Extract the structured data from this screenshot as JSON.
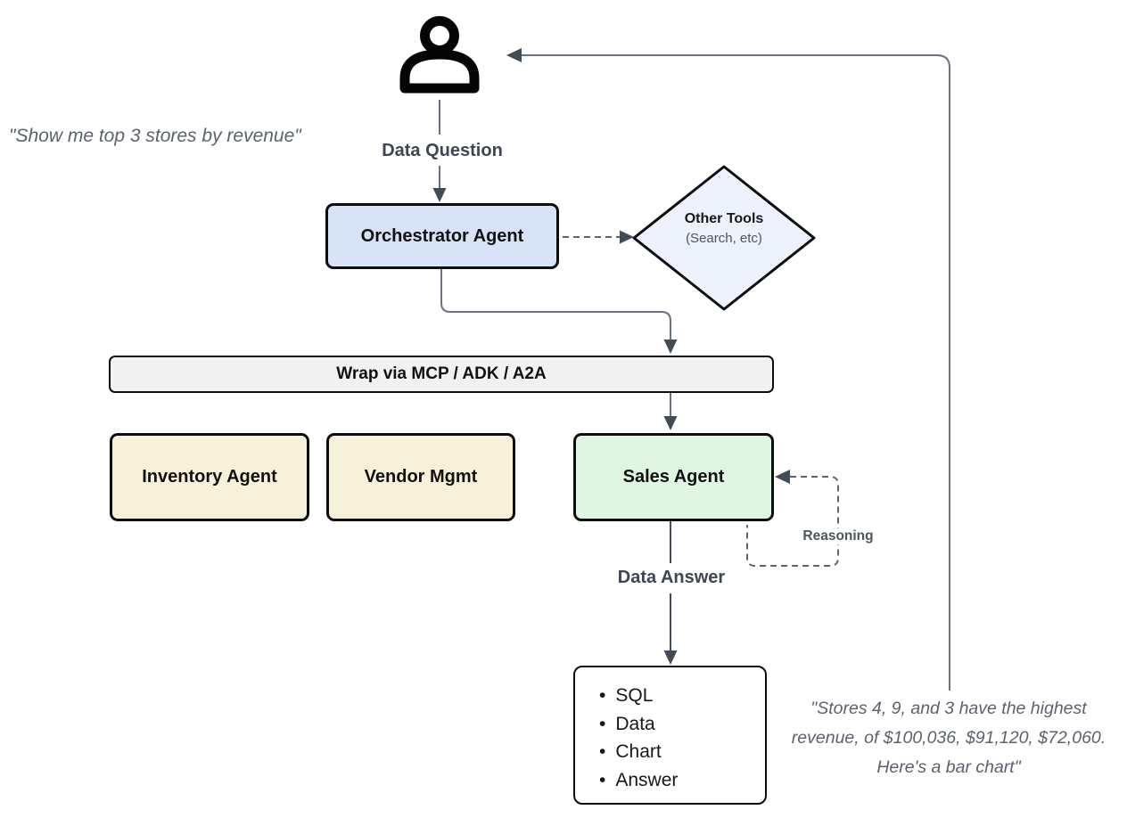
{
  "quotes": {
    "question": "\"Show me top 3 stores by revenue\"",
    "answer_lines": [
      "\"Stores 4, 9, and 3 have the highest",
      "revenue, of $100,036, $91,120, $72,060.",
      "Here's a bar chart\""
    ]
  },
  "flow_labels": {
    "data_question": "Data Question",
    "data_answer": "Data Answer",
    "reasoning": "Reasoning"
  },
  "nodes": {
    "orchestrator": {
      "label": "Orchestrator Agent",
      "fill": "#d8e3f8"
    },
    "other_tools": {
      "title": "Other Tools",
      "subtitle": "(Search, etc)",
      "fill": "#edf2fc"
    },
    "wrapper_bar": {
      "label": "Wrap via MCP / ADK / A2A",
      "fill": "#f1f1f2"
    },
    "inventory": {
      "label": "Inventory Agent",
      "fill": "#f8f1da"
    },
    "vendor": {
      "label": "Vendor Mgmt",
      "fill": "#f8f1da"
    },
    "sales": {
      "label": "Sales Agent",
      "fill": "#e1f5e3"
    },
    "output": {
      "bullet": "•",
      "items": [
        "SQL",
        "Data",
        "Chart",
        "Answer"
      ]
    }
  },
  "colors": {
    "line": "#69727e",
    "arrowhead": "#424c59",
    "border": "#0d0d0d"
  }
}
